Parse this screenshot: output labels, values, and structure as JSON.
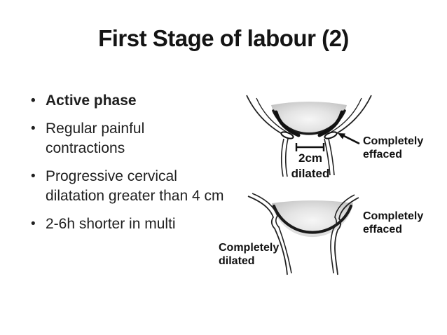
{
  "slide": {
    "title": "First Stage of labour (2)",
    "bullet_glyph": "•",
    "bullets": [
      {
        "text": "Active phase"
      },
      {
        "text": "Regular painful contractions"
      },
      {
        "text": "Progressive cervical dilatation greater than 4 cm"
      },
      {
        "text": "2-6h shorter in multi"
      }
    ]
  },
  "figure": {
    "top_diagram": {
      "measurement": "2cm",
      "measurement_caption": "dilated",
      "label_effaced": "Completely effaced"
    },
    "bottom_diagram": {
      "label_dilated": "Completely dilated",
      "label_effaced": "Completely effaced"
    },
    "colors": {
      "head_fill_light": "#f6f6f6",
      "head_fill_dark": "#bdbdbd",
      "outline": "#1a1a1a"
    }
  }
}
